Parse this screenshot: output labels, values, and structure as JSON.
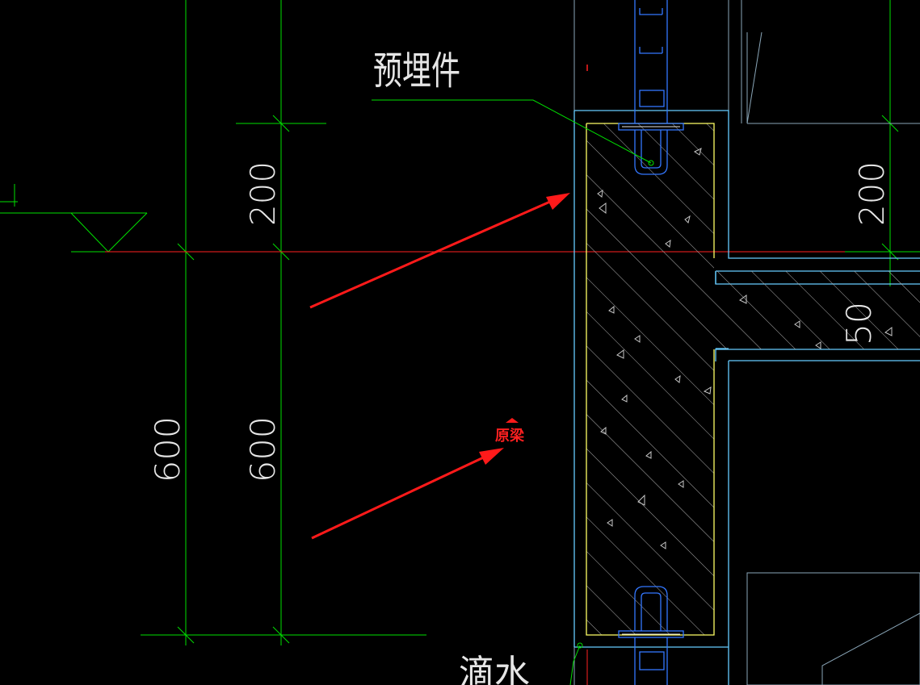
{
  "labels": {
    "embedded_part": "预埋件",
    "original_beam": "原梁",
    "drip": "滴水"
  },
  "dimensions": {
    "upper_left": "200",
    "lower_left_outer": "600",
    "lower_left_inner": "600",
    "upper_right": "200",
    "right_slab": "50"
  },
  "colors": {
    "background": "#000000",
    "dimension_line": "#00ff00",
    "concrete_outline": "#ffff66",
    "outline_cyan": "#66ccff",
    "embed_blue": "#3377ff",
    "hatch": "#bfbfbf",
    "red_axis": "#ff2020",
    "arrow": "#ff1a1a",
    "text_white": "#e6e6e6"
  }
}
